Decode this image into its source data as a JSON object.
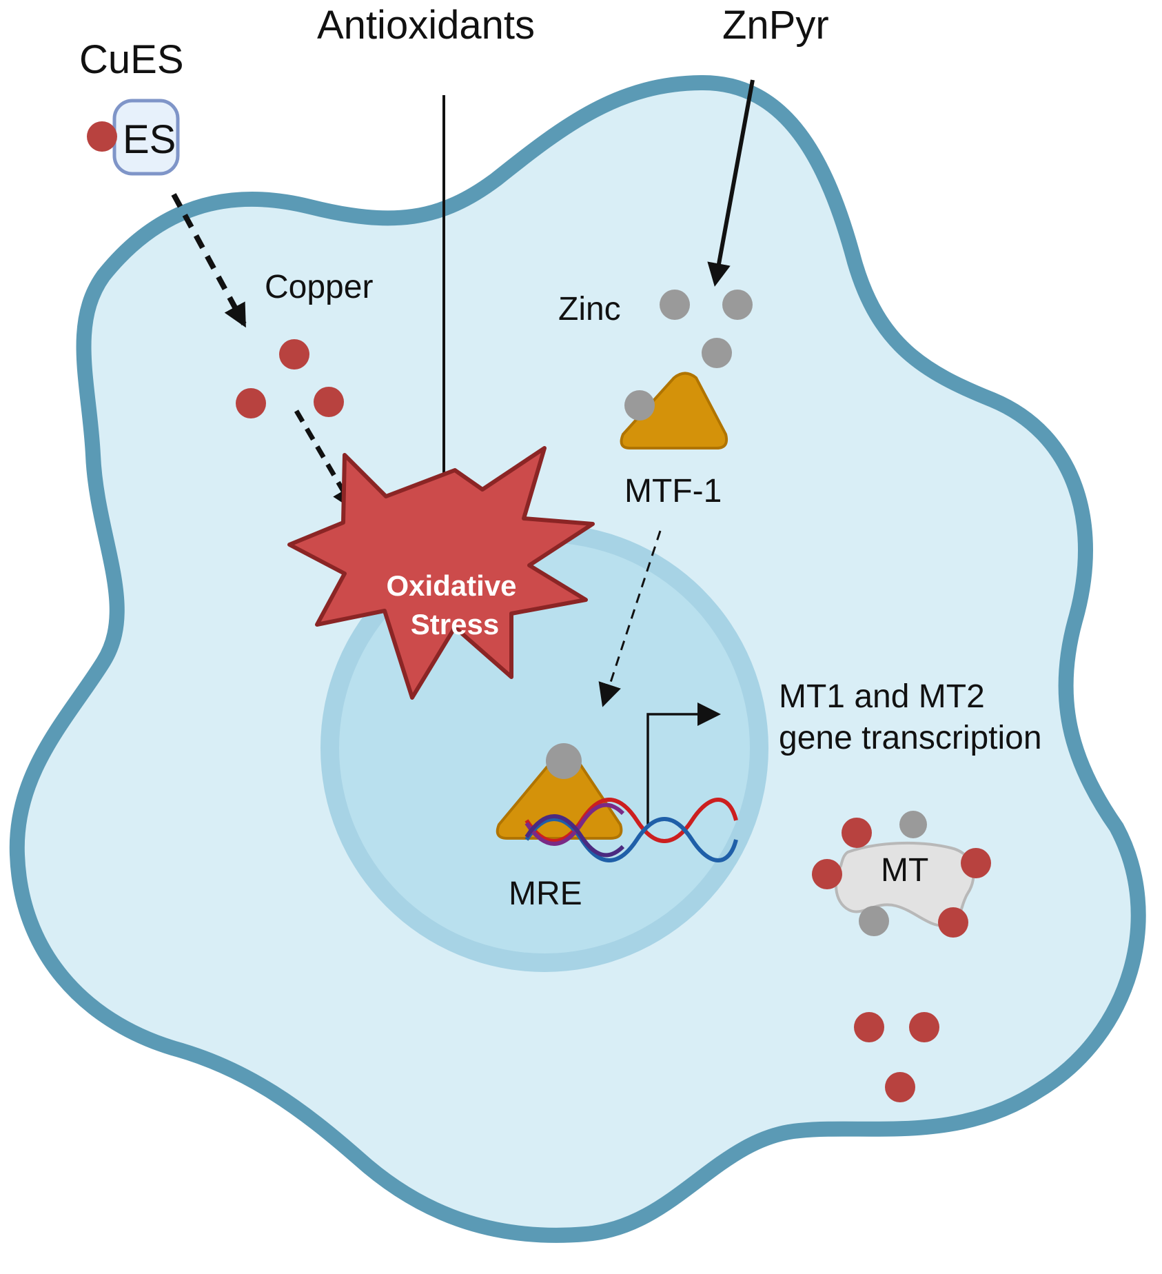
{
  "labels": {
    "cues": "CuES",
    "es": "ES",
    "antioxidants": "Antioxidants",
    "znpyr": "ZnPyr",
    "copper": "Copper",
    "zinc": "Zinc",
    "mtf1": "MTF-1",
    "oxidative_line1": "Oxidative",
    "oxidative_line2": "Stress",
    "mt_line1": "MT1 and MT2",
    "mt_line2": "gene transcription",
    "mre": "MRE",
    "mt": "MT"
  },
  "colors": {
    "cell_fill": "#d9eef6",
    "cell_border": "#5b9ab5",
    "nucleus_fill": "#b9e0ee",
    "nucleus_ring": "#a7d3e5",
    "copper": "#b8423f",
    "zinc": "#9a9a9a",
    "mtf1": "#d4920a",
    "stress": "#cc4b4b",
    "dna_red": "#cc1f1f",
    "dna_blue": "#1f5fa8",
    "dna_purple": "#7a2a86"
  }
}
